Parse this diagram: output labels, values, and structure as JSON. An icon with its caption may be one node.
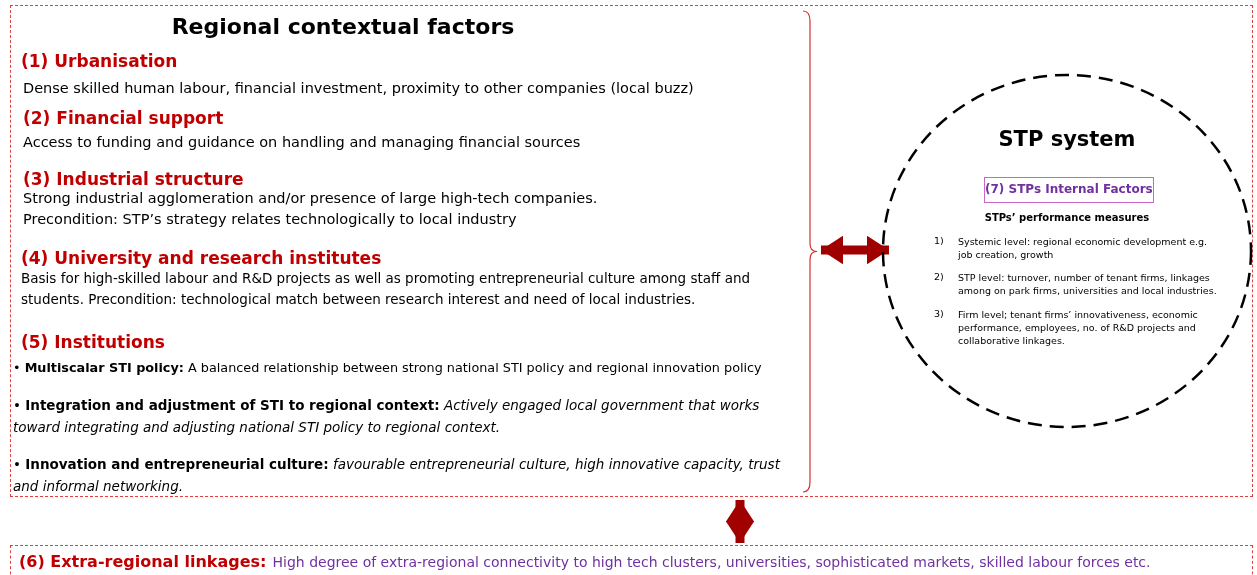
{
  "diagram": {
    "nodes": [
      {
        "text": [],
        "shape": "box"
      },
      {
        "text": [
          "Regional contextual factors",
          "(1) Urbanisation",
          "Dense skilled human labour, financial investment, proximity to other companies (local buzz)",
          "(2) Financial support",
          "Access to funding and guidance on handling and managing financial sources",
          "(3) Industrial structure",
          "Strong industrial agglomeration and/or presence of large high-tech companies.",
          "Precondition: STP’s strategy relates technologically to local industry",
          "(4) University and research institutes",
          "Basis for high-skilled labour and R&D projects as well as promoting entrepreneurial culture among staff and students. Precondition: technological match between research interest and need of local industries.",
          "(5) Institutions",
          "• **Multiscalar STI policy:** A balanced relationship between strong national STI policy and regional innovation policy",
          "• **Integration and adjustment of STI to regional context:** *Actively engaged local government that works toward integrating and adjusting national STI policy to regional context.*",
          "• **Innovation and entrepreneurial culture:** *favourable entrepreneurial culture, high innovative capacity, trust and informal networking.*"
        ],
        "in": 0
      },
      {
        "text": [
          "STP system",
          "STPs’ performance measures",
          "1)",
          "Systemic level: regional economic development e.g. job creation, growth",
          "2)",
          "STP level: turnover, number of tenant firms, linkages among on park firms, universities and local industries.",
          "3)",
          "Firm level; tenant firms’ innovativeness, economic performance, employees, no. of R&D projects and collaborative linkages."
        ],
        "in": 0
      },
      {
        "text": [
          "(7) STPs Internal Factors"
        ],
        "in": 2
      },
      {
        "text": [
          "(6) Extra-regional linkages:",
          "High degree of extra-regional connectivity to high tech clusters, universities, sophisticated markets, skilled labour forces etc."
        ]
      }
    ],
    "edges": [
      {
        "from": 1,
        "to": 2,
        "arrow": "both"
      },
      {
        "from": 0,
        "to": 4,
        "arrow": "both"
      }
    ]
  }
}
